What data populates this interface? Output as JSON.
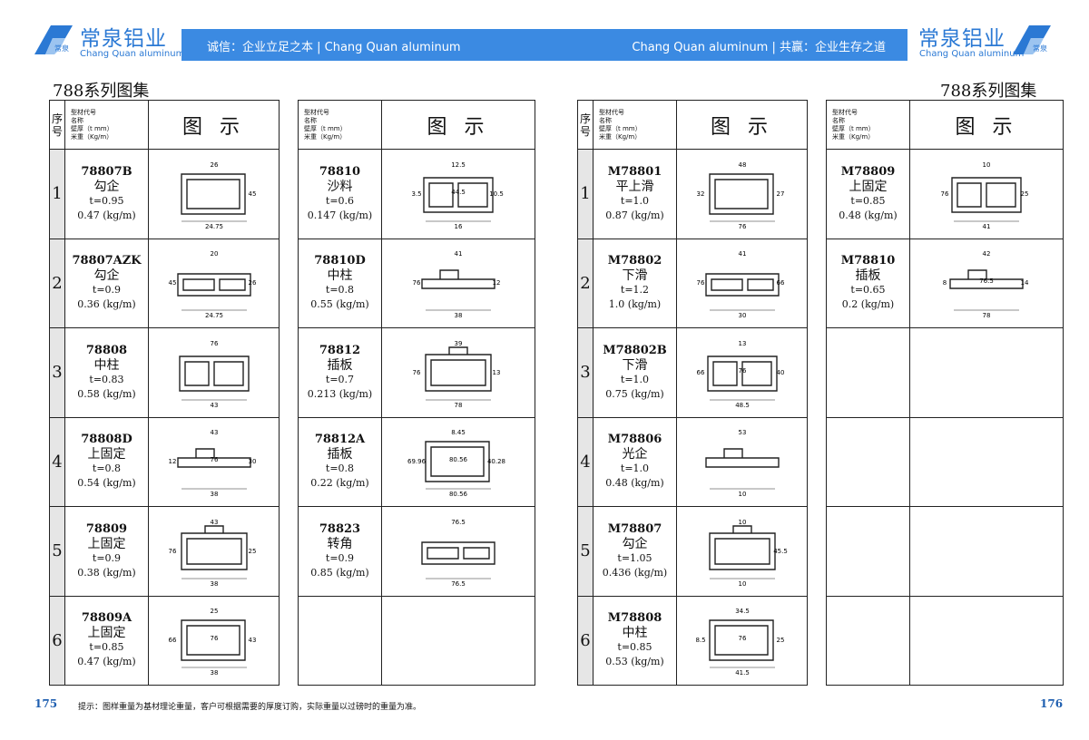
{
  "header": {
    "logo_cn": "常泉铝业",
    "logo_en": "Chang Quan aluminum",
    "logo_mark_text": "常泉",
    "left_slogan": "诚信：企业立足之本 | Chang Quan aluminum",
    "right_slogan": "Chang Quan aluminum | 共赢：企业生存之道",
    "accent": "#3b8ae2"
  },
  "series_title": "788系列图集",
  "table_header": {
    "num": "序号",
    "meta": [
      "型材代号",
      "名称",
      "壁厚（t mm）",
      "米重（Kg/m）"
    ],
    "figure": "图 示"
  },
  "left_page": {
    "rows": [
      {
        "num": "1",
        "a": {
          "code": "78807B",
          "name": "勾企",
          "t": "t=0.95",
          "w": "0.47 (kg/m)",
          "dims": [
            "24.75",
            "26",
            "45"
          ]
        },
        "b": {
          "code": "78810",
          "name": "沙料",
          "t": "t=0.6",
          "w": "0.147 (kg/m)",
          "dims": [
            "16",
            "12.5",
            "10.5",
            "3.5",
            "44.5"
          ]
        }
      },
      {
        "num": "2",
        "a": {
          "code": "78807AZK",
          "name": "勾企",
          "t": "t=0.9",
          "w": "0.36 (kg/m)",
          "dims": [
            "24.75",
            "20",
            "26",
            "45"
          ]
        },
        "b": {
          "code": "78810D",
          "name": "中柱",
          "t": "t=0.8",
          "w": "0.55 (kg/m)",
          "dims": [
            "38",
            "41",
            "12",
            "76"
          ]
        }
      },
      {
        "num": "3",
        "a": {
          "code": "78808",
          "name": "中柱",
          "t": "t=0.83",
          "w": "0.58 (kg/m)",
          "dims": [
            "43",
            "76"
          ]
        },
        "b": {
          "code": "78812",
          "name": "插板",
          "t": "t=0.7",
          "w": "0.213 (kg/m)",
          "dims": [
            "78",
            "39",
            "13",
            "76"
          ]
        }
      },
      {
        "num": "4",
        "a": {
          "code": "78808D",
          "name": "上固定",
          "t": "t=0.8",
          "w": "0.54 (kg/m)",
          "dims": [
            "38",
            "43",
            "30",
            "12",
            "76"
          ]
        },
        "b": {
          "code": "78812A",
          "name": "插板",
          "t": "t=0.8",
          "w": "0.22 (kg/m)",
          "dims": [
            "80.56",
            "8.45",
            "40.28",
            "69.96",
            "80.56"
          ]
        }
      },
      {
        "num": "5",
        "a": {
          "code": "78809",
          "name": "上固定",
          "t": "t=0.9",
          "w": "0.38 (kg/m)",
          "dims": [
            "38",
            "43",
            "25",
            "76"
          ]
        },
        "b": {
          "code": "78823",
          "name": "转角",
          "t": "t=0.9",
          "w": "0.85 (kg/m)",
          "dims": [
            "76.5",
            "76.5"
          ]
        }
      },
      {
        "num": "6",
        "a": {
          "code": "78809A",
          "name": "上固定",
          "t": "t=0.85",
          "w": "0.47 (kg/m)",
          "dims": [
            "38",
            "25",
            "43",
            "66",
            "76"
          ]
        },
        "b": null
      }
    ],
    "page_number": "175",
    "note": "提示：图样重量为基材理论重量，客户可根据需要的厚度订购，实际重量以过磅时的重量为准。"
  },
  "right_page": {
    "rows": [
      {
        "num": "1",
        "a": {
          "code": "M78801",
          "name": "平上滑",
          "t": "t=1.0",
          "w": "0.87 (kg/m)",
          "dims": [
            "76",
            "48",
            "27",
            "32"
          ]
        },
        "b": {
          "code": "M78809",
          "name": "上固定",
          "t": "t=0.85",
          "w": "0.48 (kg/m)",
          "dims": [
            "41",
            "10",
            "25",
            "76"
          ]
        }
      },
      {
        "num": "2",
        "a": {
          "code": "M78802",
          "name": "下滑",
          "t": "t=1.2",
          "w": "1.0 (kg/m)",
          "dims": [
            "30",
            "41",
            "66",
            "76"
          ]
        },
        "b": {
          "code": "M78810",
          "name": "插板",
          "t": "t=0.65",
          "w": "0.2 (kg/m)",
          "dims": [
            "78",
            "42",
            "14",
            "8",
            "76.5"
          ]
        }
      },
      {
        "num": "3",
        "a": {
          "code": "M78802B",
          "name": "下滑",
          "t": "t=1.0",
          "w": "0.75 (kg/m)",
          "dims": [
            "48.5",
            "13",
            "40",
            "66",
            "76"
          ]
        },
        "b": null
      },
      {
        "num": "4",
        "a": {
          "code": "M78806",
          "name": "光企",
          "t": "t=1.0",
          "w": "0.48 (kg/m)",
          "dims": [
            "10",
            "53"
          ]
        },
        "b": null
      },
      {
        "num": "5",
        "a": {
          "code": "M78807",
          "name": "勾企",
          "t": "t=1.05",
          "w": "0.436 (kg/m)",
          "dims": [
            "10",
            "10",
            "45.5"
          ]
        },
        "b": null
      },
      {
        "num": "6",
        "a": {
          "code": "M78808",
          "name": "中柱",
          "t": "t=0.85",
          "w": "0.53 (kg/m)",
          "dims": [
            "41.5",
            "34.5",
            "25",
            "8.5",
            "76"
          ]
        },
        "b": null
      }
    ],
    "page_number": "176"
  }
}
